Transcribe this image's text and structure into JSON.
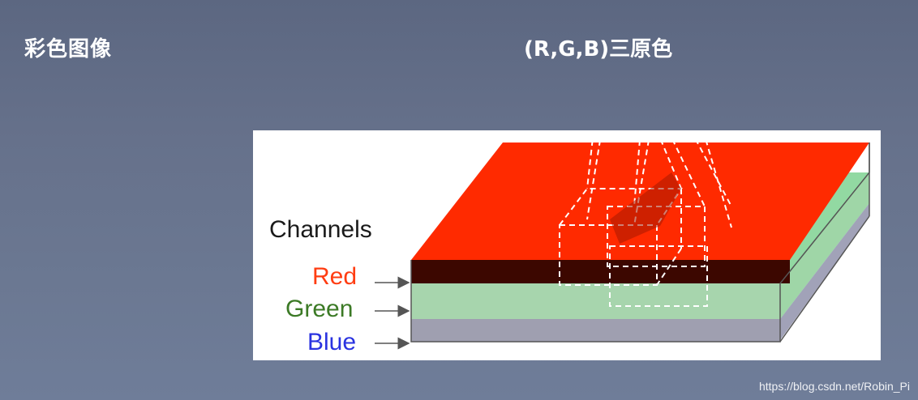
{
  "slide": {
    "title": "彩色图像",
    "subtitle": "(R,G,B)三原色"
  },
  "diagram": {
    "heading": "Channels",
    "channels": [
      {
        "name": "Red",
        "label_color": "#ff3d12",
        "layer_color": "#ff2a00"
      },
      {
        "name": "Green",
        "label_color": "#3c7a26",
        "layer_color": "#92d9a2"
      },
      {
        "name": "Blue",
        "label_color": "#2a33e0",
        "layer_color": "#9ba3ff"
      }
    ]
  },
  "watermark": "https://blog.csdn.net/Robin_Pi"
}
